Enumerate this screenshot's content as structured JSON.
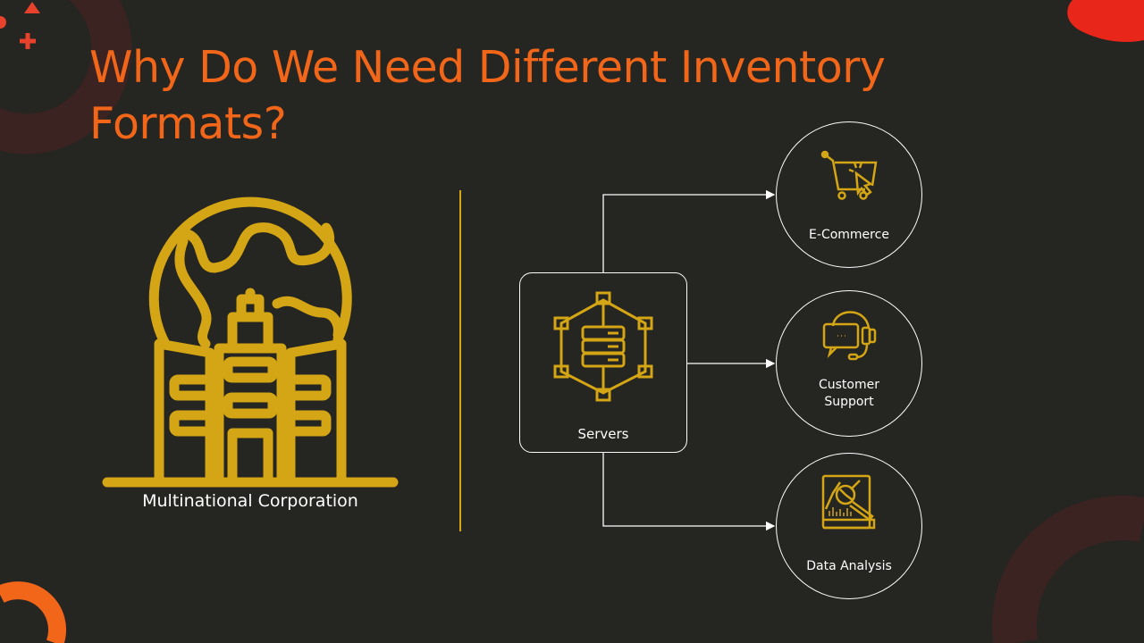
{
  "slide": {
    "title": "Why Do We Need Different Inventory Formats?",
    "corporation_label": "Multinational Corporation",
    "server_label": "Servers",
    "targets": [
      {
        "label": "E-Commerce",
        "icon": "shopping-cart-click-icon"
      },
      {
        "label": "Customer Support",
        "icon": "headset-chat-icon"
      },
      {
        "label": "Data Analysis",
        "icon": "report-analysis-icon"
      }
    ]
  },
  "colors": {
    "background": "#252522",
    "title": "#f2661a",
    "icon": "#d4a514",
    "line": "#ffffff"
  }
}
